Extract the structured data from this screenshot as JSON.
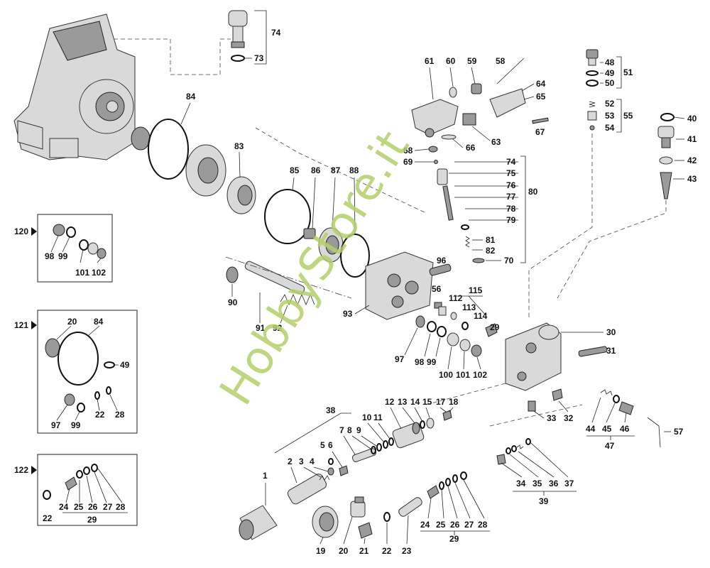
{
  "watermark": "HobbyStore.it",
  "callouts": {
    "c1": "1",
    "c2": "2",
    "c3": "3",
    "c4": "4",
    "c5": "5",
    "c6": "6",
    "c7": "7",
    "c8": "8",
    "c9": "9",
    "c10": "10",
    "c11": "11",
    "c12": "12",
    "c13": "13",
    "c14": "14",
    "c15": "15",
    "c17": "17",
    "c18": "18",
    "c19": "19",
    "c20": "20",
    "c21": "21",
    "c22": "22",
    "c23": "23",
    "c24": "24",
    "c25": "25",
    "c26": "26",
    "c27": "27",
    "c28": "28",
    "c29": "29",
    "c30": "30",
    "c31": "31",
    "c32": "32",
    "c33": "33",
    "c34": "34",
    "c35": "35",
    "c36": "36",
    "c37": "37",
    "c38": "38",
    "c39": "39",
    "c40": "40",
    "c41": "41",
    "c42": "42",
    "c43": "43",
    "c44": "44",
    "c45": "45",
    "c46": "46",
    "c47": "47",
    "c48": "48",
    "c49": "49",
    "c50": "50",
    "c51": "51",
    "c52": "52",
    "c53": "53",
    "c54": "54",
    "c55": "55",
    "c56": "56",
    "c57": "57",
    "c58": "58",
    "c59": "59",
    "c60": "60",
    "c61": "61",
    "c63": "63",
    "c64": "64",
    "c65": "65",
    "c66": "66",
    "c67": "67",
    "c68": "68",
    "c69": "69",
    "c70": "70",
    "c73": "73",
    "c74": "74",
    "c74b": "74",
    "c75": "75",
    "c76": "76",
    "c77": "77",
    "c78": "78",
    "c79": "79",
    "c80": "80",
    "c81": "81",
    "c82": "82",
    "c83": "83",
    "c84": "84",
    "c85": "85",
    "c86": "86",
    "c87": "87",
    "c88": "88",
    "c90": "90",
    "c91": "91",
    "c92": "92",
    "c93": "93",
    "c96": "96",
    "c97": "97",
    "c98": "98",
    "c99": "99",
    "c100": "100",
    "c101": "101",
    "c102": "102",
    "c112": "112",
    "c113": "113",
    "c114": "114",
    "c115": "115"
  },
  "kits": {
    "k120": {
      "id": "120",
      "items": {
        "a": "98",
        "b": "99",
        "c": "101",
        "d": "102"
      }
    },
    "k121": {
      "id": "121",
      "items": {
        "a": "20",
        "b": "84",
        "c": "49",
        "d": "97",
        "e": "99",
        "f": "22",
        "g": "28"
      }
    },
    "k122": {
      "id": "122",
      "items": {
        "a": "22",
        "b": "24",
        "c": "25",
        "d": "26",
        "e": "27",
        "f": "28",
        "g": "29"
      }
    }
  },
  "colors": {
    "watermark": "#b5cf6a",
    "line": "#222222",
    "part_fill": "#d9d9d9"
  }
}
